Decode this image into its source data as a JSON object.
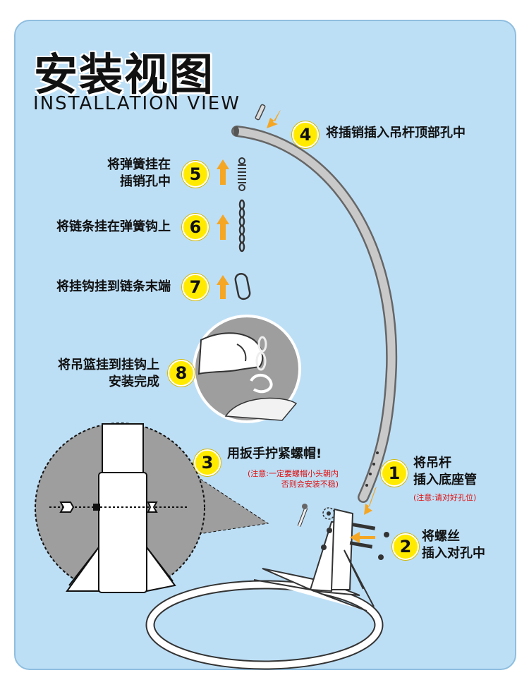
{
  "title": {
    "cn": "安装视图",
    "en": "INSTALLATION VIEW"
  },
  "steps": [
    {
      "num": "1",
      "text_l1": "将吊杆",
      "text_l2": "插入底座管",
      "note": "(注意:请对好孔位)"
    },
    {
      "num": "2",
      "text_l1": "将螺丝",
      "text_l2": "插入对孔中"
    },
    {
      "num": "3",
      "text": "用扳手拧紧螺帽!",
      "note_l1": "(注意:一定要螺帽小头朝内",
      "note_l2": "否则会安装不稳)"
    },
    {
      "num": "4",
      "text": "将插销插入吊杆顶部孔中"
    },
    {
      "num": "5",
      "text_l1": "将弹簧挂在",
      "text_l2": "插销孔中"
    },
    {
      "num": "6",
      "text": "将链条挂在弹簧钩上"
    },
    {
      "num": "7",
      "text": "将挂钩挂到链条末端"
    },
    {
      "num": "8",
      "text_l1": "将吊篮挂到挂钩上",
      "text_l2": "安装完成"
    }
  ],
  "colors": {
    "background": "#bddff6",
    "badge": "#ffea00",
    "arrow": "#f5a623",
    "note": "#e01010"
  }
}
